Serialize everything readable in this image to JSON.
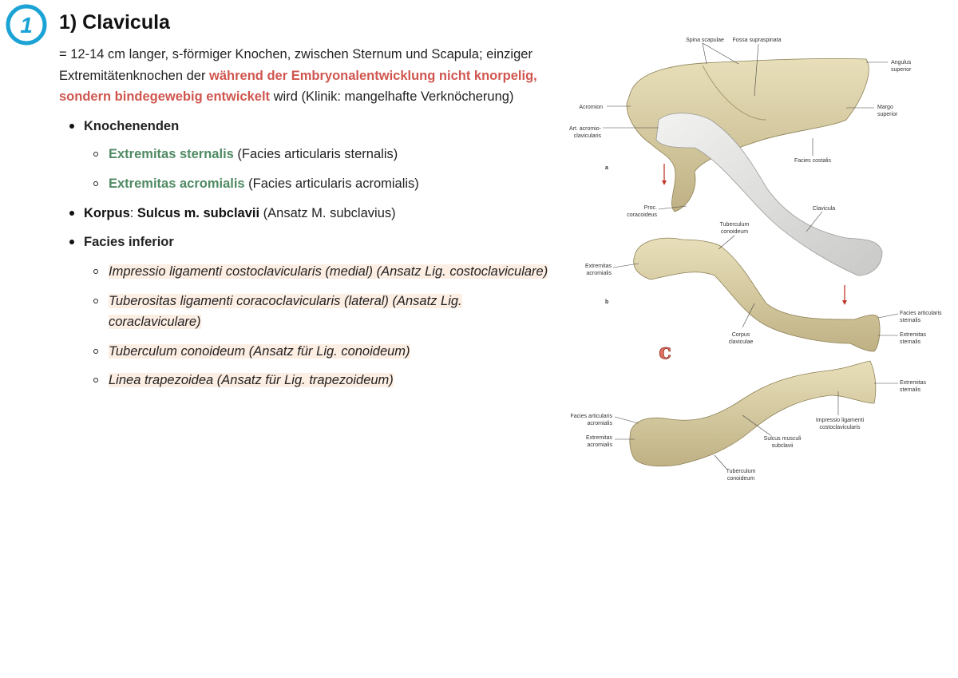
{
  "heading": {
    "badge_number": "1",
    "title": "1) Clavicula"
  },
  "intro": {
    "part1": "= 12-14 cm langer, s-förmiger Knochen, zwischen Sternum und Scapula; einziger Extremitätenknochen der ",
    "highlight": "während der Embryonalentwicklung nicht knorpelig, sondern bindegewebig entwickelt",
    "part2": " wird (Klinik: mangelhafte Verknöcherung)"
  },
  "list": {
    "knochenenden": "Knochenenden",
    "sternalis_term": "Extremitas sternalis",
    "sternalis_desc": " (Facies articularis sternalis)",
    "acromialis_term": "Extremitas acromialis",
    "acromialis_desc": " (Facies articularis acromialis)",
    "korpus_label": "Korpus",
    "korpus_sep": ": ",
    "korpus_term": "Sulcus m. subclavii",
    "korpus_desc": " (Ansatz M. subclavius)",
    "facies_inferior": "Facies inferior",
    "fi_item1": "Impressio ligamenti costoclavicularis (medial) (Ansatz Lig. costoclaviculare)",
    "fi_item2_line1": "Tuberositas ligamenti coracoclavicularis (lateral) (Ansatz Lig. ",
    "fi_item2_line2": "coraclaviculare)",
    "fi_item3": "Tuberculum conoideum (Ansatz für Lig. conoideum)",
    "fi_item4": "Linea trapezoidea (Ansatz für Lig. trapezoideum)"
  },
  "figure": {
    "labels": {
      "spina_scapulae": "Spina scapulae",
      "fossa_supraspinata": "Fossa supraspinata",
      "angulus_superior_1": "Angulus",
      "angulus_superior_2": "superior",
      "acromion": "Acromion",
      "margo_superior_1": "Margo",
      "margo_superior_2": "superior",
      "art_acromio_1": "Art. acromio-",
      "art_acromio_2": "clavicularis",
      "facies_costalis": "Facies costalis",
      "panel_a": "a",
      "proc_coracoideus_1": "Proc.",
      "proc_coracoideus_2": "coracoideus",
      "clavicula": "Clavicula",
      "tuberculum_conoideum_1": "Tuberculum",
      "tuberculum_conoideum_2": "conoideum",
      "extremitas_acromialis_1": "Extremitas",
      "extremitas_acromialis_2": "acromialis",
      "panel_b": "b",
      "facies_art_sternalis_1": "Facies articularis",
      "facies_art_sternalis_2": "sternalis",
      "corpus_claviculae_1": "Corpus",
      "corpus_claviculae_2": "claviculae",
      "extremitas_sternalis_1": "Extremitas",
      "extremitas_sternalis_2": "sternalis",
      "panel_c": "c",
      "c_extremitas_sternalis_1": "Extremitas",
      "c_extremitas_sternalis_2": "sternalis",
      "facies_art_acromialis_1": "Facies articularis",
      "facies_art_acromialis_2": "acromialis",
      "impressio_lig_1": "Impressio ligamenti",
      "impressio_lig_2": "costoclavicularis",
      "c_extremitas_acromialis_1": "Extremitas",
      "c_extremitas_acromialis_2": "acromialis",
      "sulcus_musculi_1": "Sulcus musculi",
      "sulcus_musculi_2": "subclavii",
      "c_tuberculum_1": "Tuberculum",
      "c_tuberculum_2": "conoideum"
    }
  },
  "colors": {
    "accent_red": "#d0564f",
    "accent_green": "#4f8a63",
    "highlight_bg": "#fdeee4",
    "badge_blue": "#1aa3d4",
    "bone": "#d9cfa6"
  }
}
